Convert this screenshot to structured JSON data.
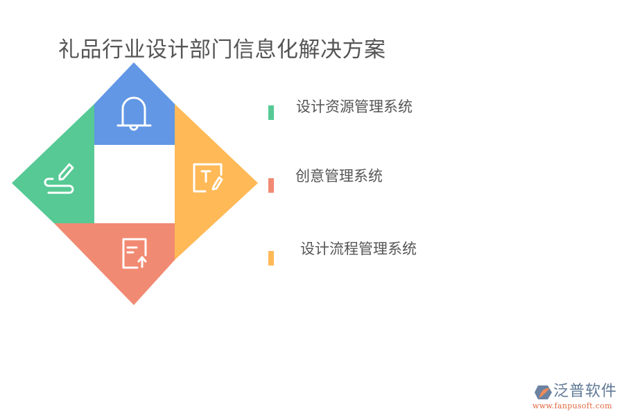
{
  "title": "礼品行业设计部门信息化解决方案",
  "colors": {
    "blue": "#6197E5",
    "green": "#56C994",
    "orange": "#FFB957",
    "red": "#F18A72",
    "text": "#555555"
  },
  "diagram": {
    "segments": [
      {
        "position": "top",
        "color": "#6197E5",
        "icon": "bell-icon"
      },
      {
        "position": "left",
        "color": "#56C994",
        "icon": "signature-pen-icon"
      },
      {
        "position": "right",
        "color": "#FFB957",
        "icon": "text-edit-icon"
      },
      {
        "position": "bottom",
        "color": "#F18A72",
        "icon": "document-upload-icon"
      }
    ]
  },
  "list": {
    "items": [
      {
        "label": "设计资源管理系统",
        "color": "#56C994"
      },
      {
        "label": "创意管理系统",
        "color": "#F18A72"
      },
      {
        "label": "设计流程管理系统",
        "color": "#FFB957"
      }
    ]
  },
  "logo": {
    "brand": "泛普软件",
    "url": "www.fanpusoft.com"
  }
}
